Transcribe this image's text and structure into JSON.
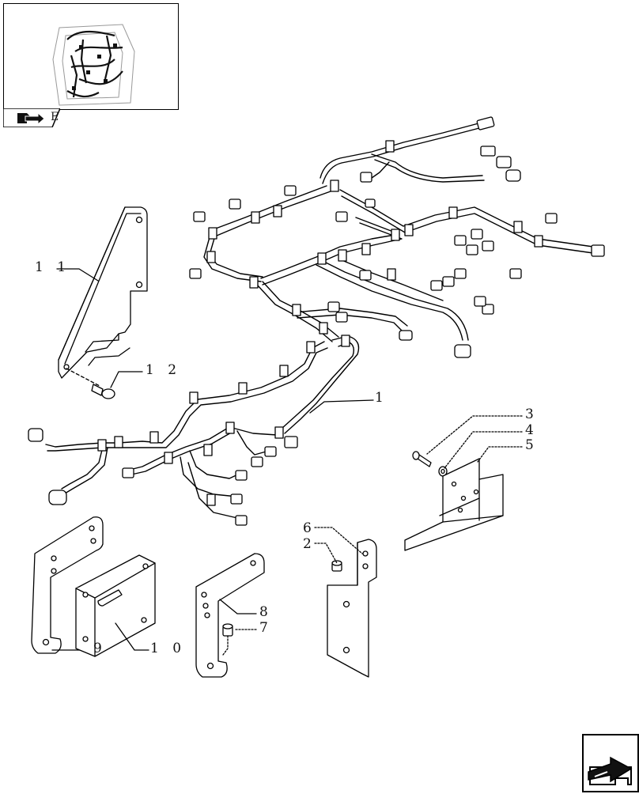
{
  "thumbnail": {
    "tab_label": "E",
    "icon": "arrow-book-icon"
  },
  "callouts": {
    "c1": "1",
    "c2": "2",
    "c3": "3",
    "c4": "4",
    "c5": "5",
    "c6": "6",
    "c7": "7",
    "c8": "8",
    "c9": "9",
    "c10": "1 0",
    "c11": "1 1",
    "c12": "1 2"
  },
  "nav": {
    "icon": "next-page-arrow-icon"
  }
}
